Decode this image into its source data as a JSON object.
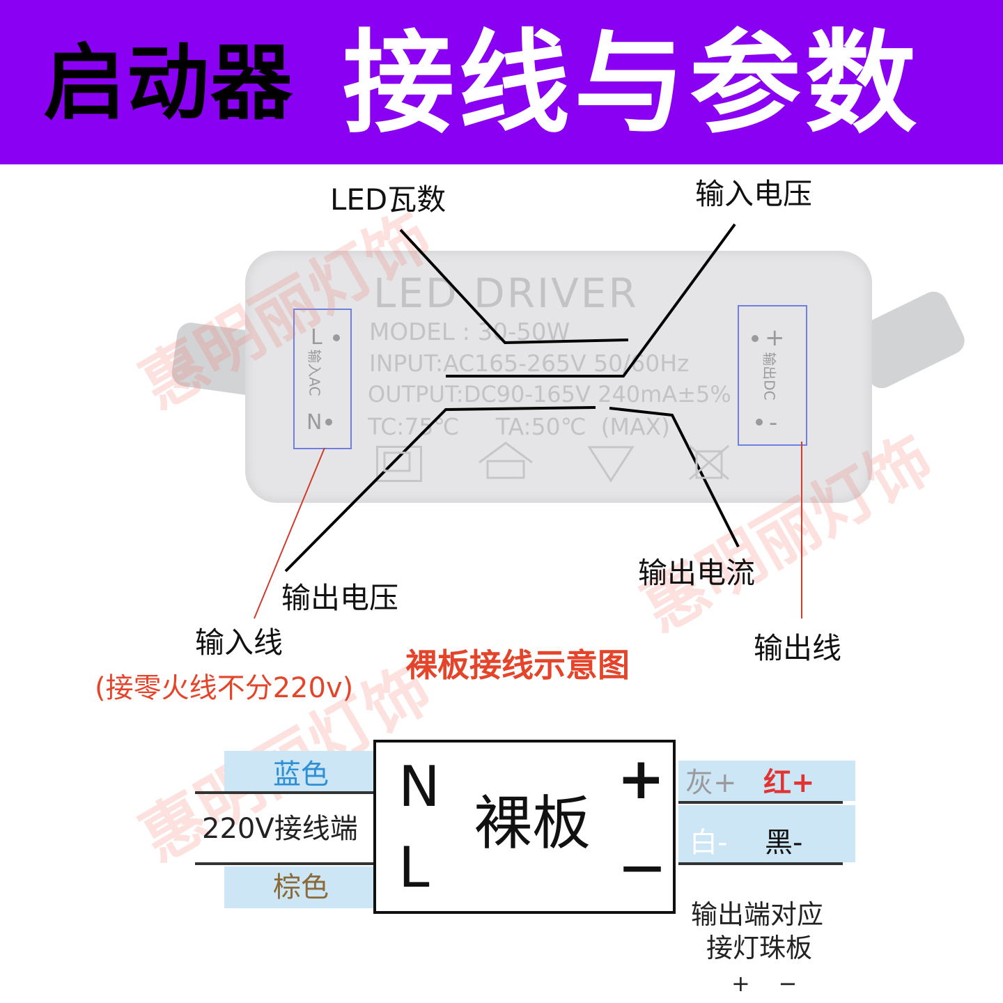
{
  "banner": {
    "left": "启动器",
    "right": "接线与参数",
    "bg": "#8a00f2"
  },
  "driver_label": {
    "title": "LED DRIVER",
    "model": "MODEL : 30-50W",
    "input": "INPUT:AC165-265V 50/60Hz",
    "output": "OUTPUT:DC90-165V 240mA±5%",
    "temp": "TC:75℃     TA:50℃  (MAX)",
    "in_L": "L",
    "in_N": "N",
    "in_label": "输入AC",
    "out_plus": "+",
    "out_minus": "-",
    "out_label": "输出DC"
  },
  "callouts": {
    "led_watt": "LED瓦数",
    "input_voltage": "输入电压",
    "output_voltage": "输出电压",
    "output_current": "输出电流",
    "input_wire": "输入线",
    "input_note": "(接零火线不分220v)",
    "output_wire": "输出线"
  },
  "diagram": {
    "title": "裸板接线示意图",
    "board": "裸板",
    "n": "N",
    "l": "L",
    "plus": "+",
    "minus": "—",
    "blue": "蓝色",
    "brown": "棕色",
    "terminal": "220V接线端",
    "gray_plus": "灰+",
    "red_plus": "红+",
    "white_minus": "白-",
    "black_minus": "黑-",
    "note_line1": "输出端对应",
    "note_line2": "接灯珠板",
    "note_pm": "+    −"
  },
  "watermark": "惠明丽灯饰",
  "colors": {
    "red": "#e4452a",
    "blue_text": "#2d8fd6",
    "brown_text": "#8a6a3a",
    "cell_bg": "#cde6f5"
  }
}
